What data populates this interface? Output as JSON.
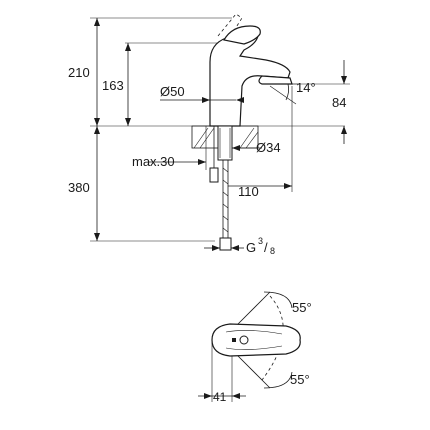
{
  "dimensions": {
    "height_total": "210",
    "height_spout": "163",
    "diameter_body": "Ø50",
    "angle_spout": "14°",
    "height_deck_to_outlet": "84",
    "diameter_mount": "Ø34",
    "max_deck_thickness": "max.30",
    "hose_length": "380",
    "reach": "110",
    "thread_prefix": "G",
    "thread_num": "3",
    "thread_den": "8",
    "angle_top": "55°",
    "angle_bottom": "55°",
    "lever_offset": "41"
  }
}
